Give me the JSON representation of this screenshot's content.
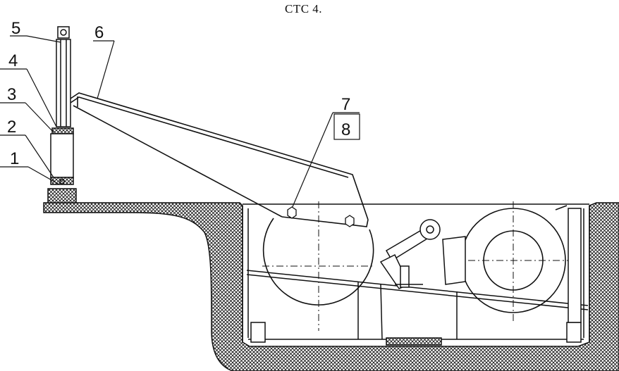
{
  "title": "СТС 4.",
  "callouts": [
    "5",
    "6",
    "4",
    "3",
    "2",
    "1",
    "7",
    "8"
  ],
  "colors": {
    "ink": "#111111",
    "ground": "#000000",
    "background": "#ffffff"
  }
}
